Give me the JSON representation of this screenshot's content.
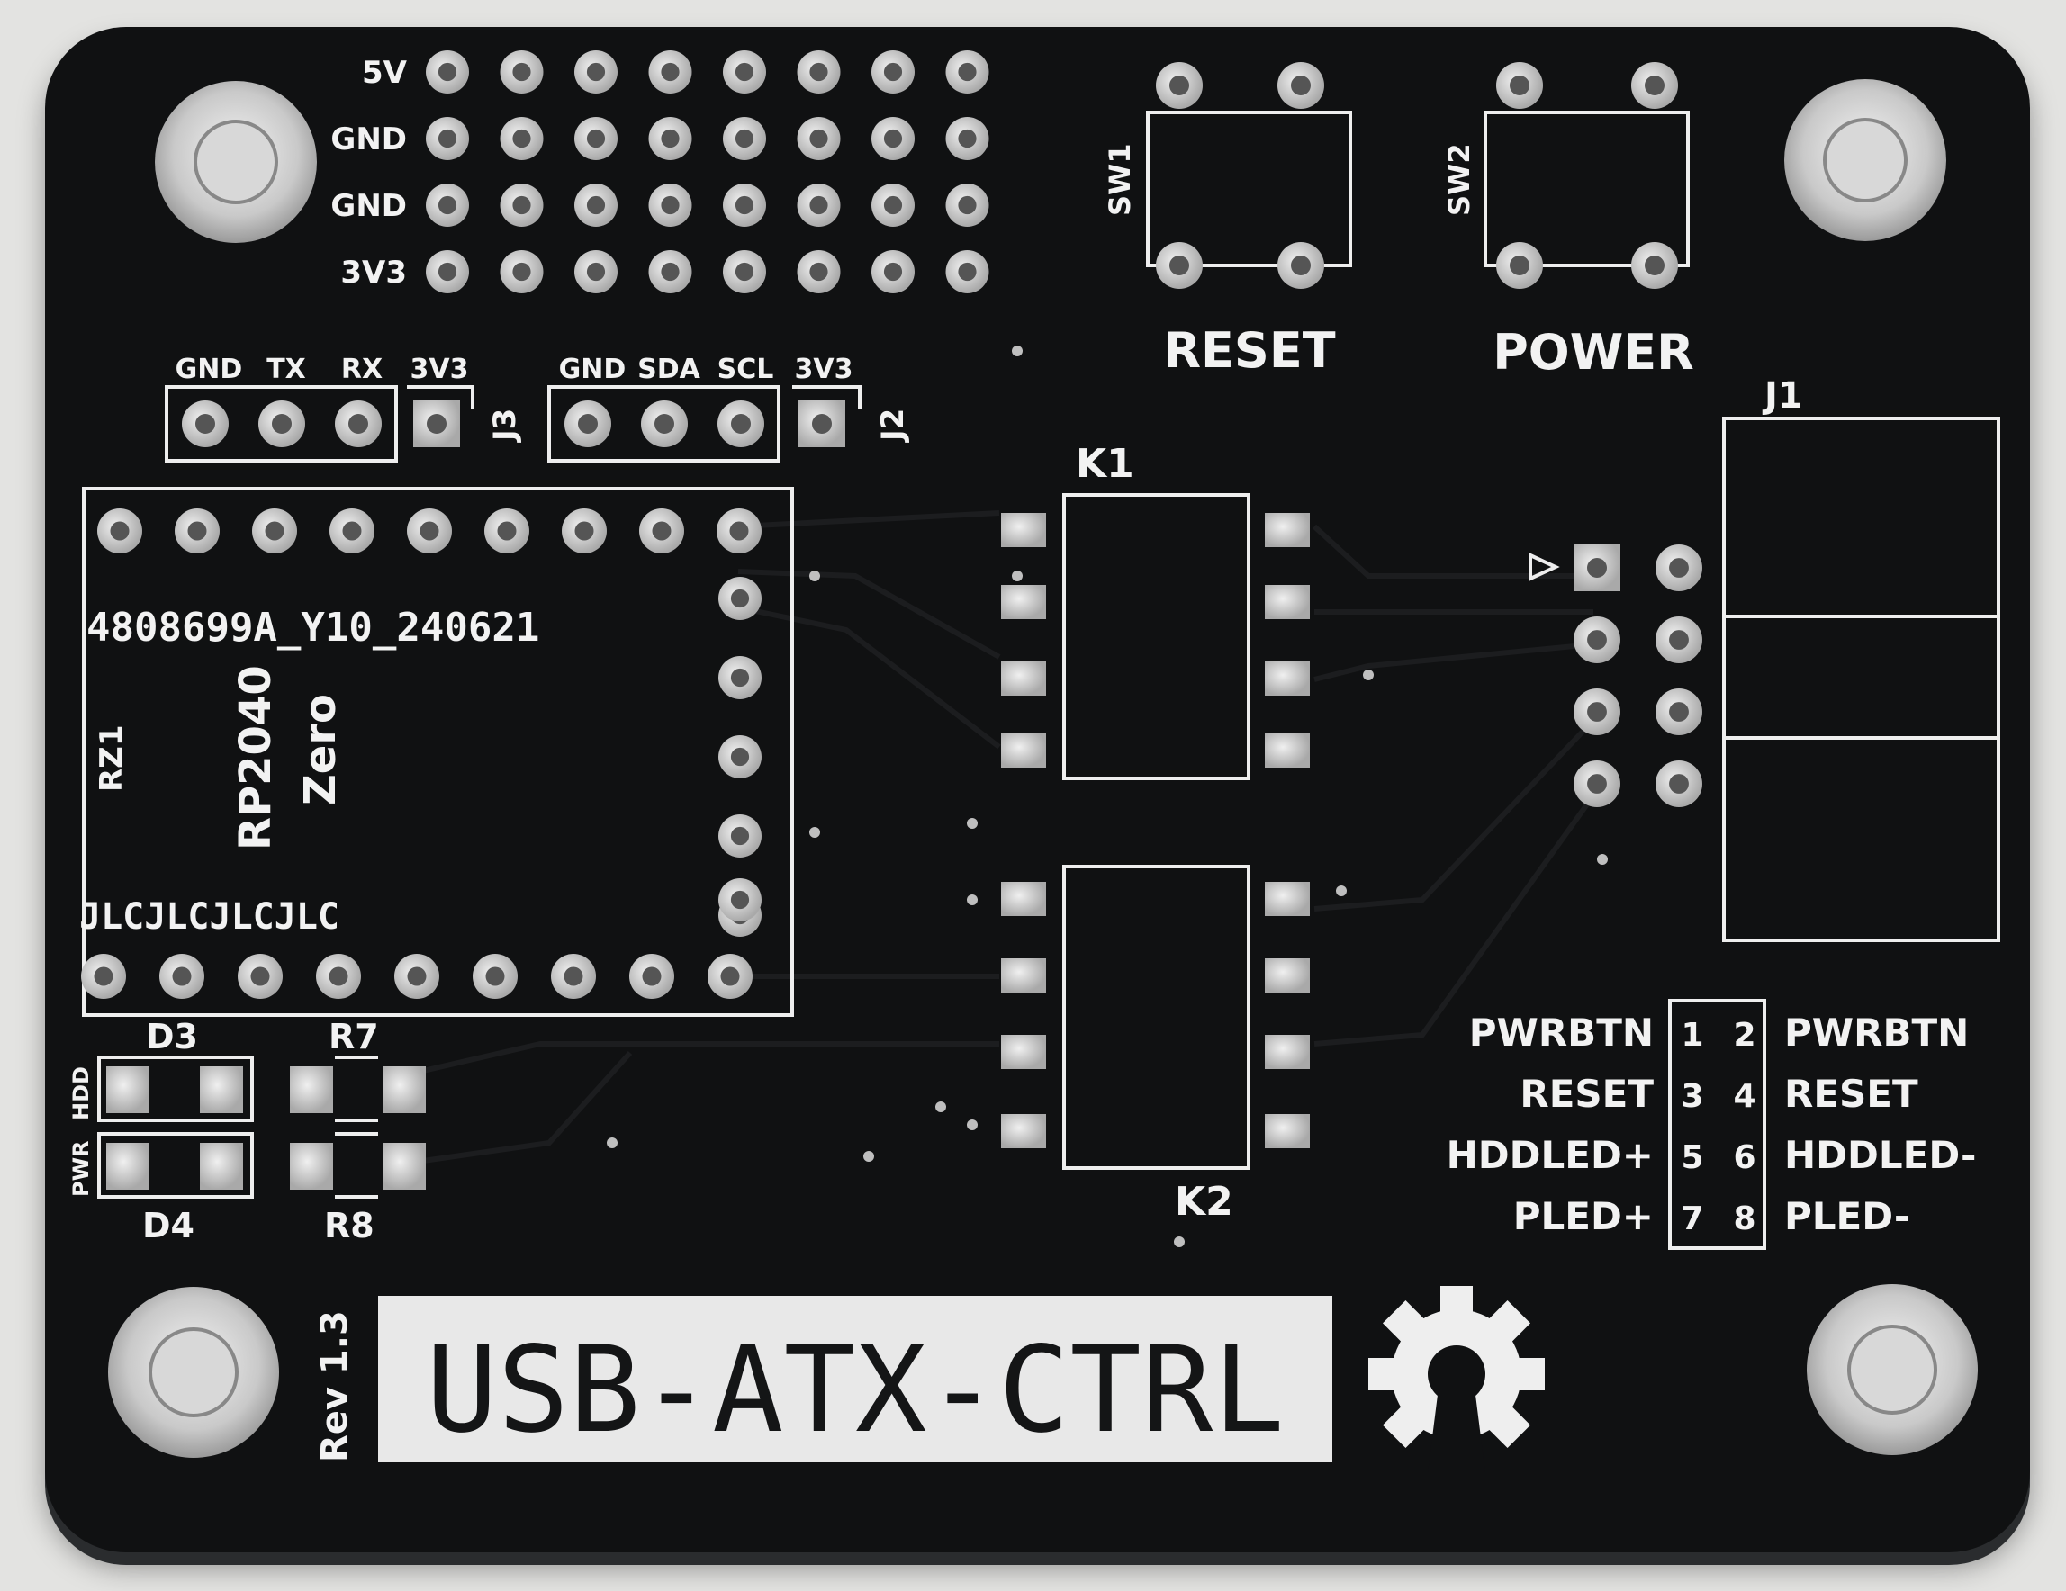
{
  "board": {
    "title": "USB-ATX-CTRL",
    "revision": "Rev 1.3",
    "order_code": "4808699A_Y10_240621",
    "jlc_marking": "JLCJLCJLCJLC",
    "colors": {
      "solder_mask": "#101112",
      "silkscreen": "#f2f2f2",
      "pad": "#c8c8c8",
      "background": "#e3e3e1"
    }
  },
  "power_header": {
    "labels": [
      "5V",
      "GND",
      "GND",
      "3V3"
    ]
  },
  "buttons": {
    "sw1": {
      "ref": "SW1",
      "label": "RESET"
    },
    "sw2": {
      "ref": "SW2",
      "label": "POWER"
    }
  },
  "j3": {
    "ref": "J3",
    "pins": [
      "GND",
      "TX",
      "RX",
      "3V3"
    ]
  },
  "j2": {
    "ref": "J2",
    "pins": [
      "GND",
      "SDA",
      "SCL",
      "3V3"
    ]
  },
  "module": {
    "ref": "RZ1",
    "name_line1": "RP2040",
    "name_line2": "Zero"
  },
  "relays": {
    "k1": "K1",
    "k2": "K2"
  },
  "j1": {
    "ref": "J1"
  },
  "leds": {
    "d3": "D3",
    "d4": "D4",
    "r7": "R7",
    "r8": "R8",
    "hdd": "HDD",
    "pwr": "PWR"
  },
  "pinout": {
    "rows": [
      {
        "left": "PWRBTN",
        "pin_a": "1",
        "pin_b": "2",
        "right": "PWRBTN"
      },
      {
        "left": "RESET",
        "pin_a": "3",
        "pin_b": "4",
        "right": "RESET"
      },
      {
        "left": "HDDLED+",
        "pin_a": "5",
        "pin_b": "6",
        "right": "HDDLED-"
      },
      {
        "left": "PLED+",
        "pin_a": "7",
        "pin_b": "8",
        "right": "PLED-"
      }
    ]
  },
  "icons": {
    "mounting_hole": "mounting-hole-icon",
    "open_hardware": "open-hardware-gear-icon"
  }
}
